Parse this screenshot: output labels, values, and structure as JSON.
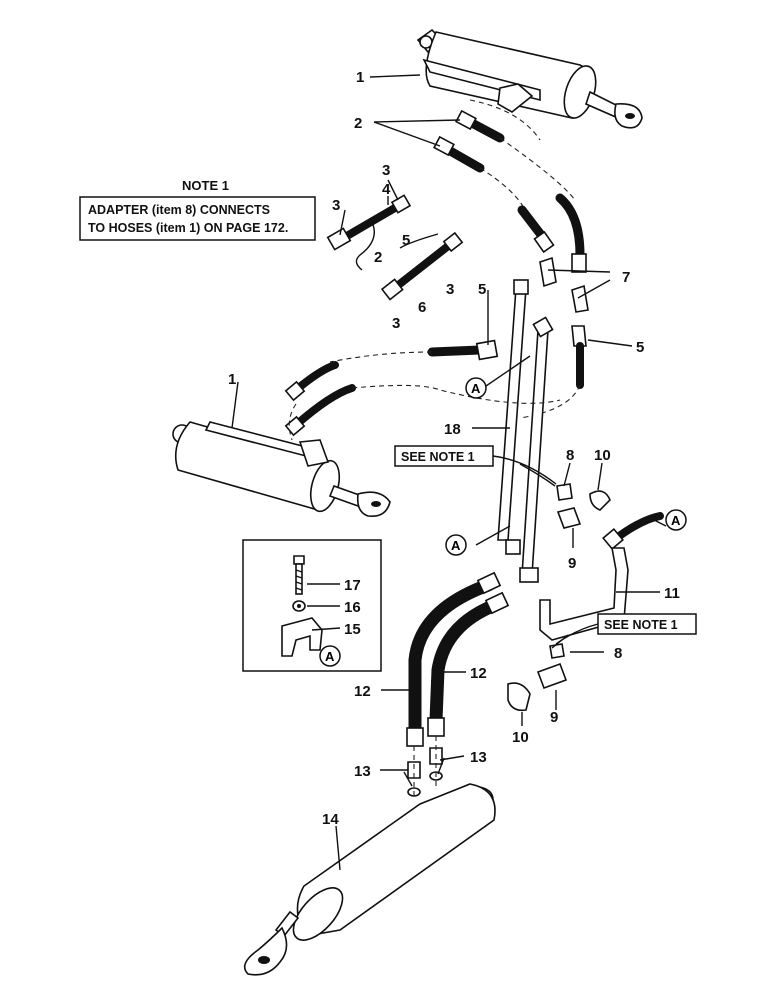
{
  "note1": {
    "title": "NOTE 1",
    "line1": "ADAPTER (item 8) CONNECTS",
    "line2": "TO HOSES (item 1) ON PAGE  172."
  },
  "see_note_label": "SEE NOTE 1",
  "detail_ref": "A",
  "callouts": {
    "c1": "1",
    "c2": "2",
    "c3": "3",
    "c4": "4",
    "c5": "5",
    "c6": "6",
    "c7": "7",
    "c8": "8",
    "c9": "9",
    "c10": "10",
    "c11": "11",
    "c12": "12",
    "c13": "13",
    "c14": "14",
    "c15": "15",
    "c16": "16",
    "c17": "17",
    "c18": "18"
  }
}
